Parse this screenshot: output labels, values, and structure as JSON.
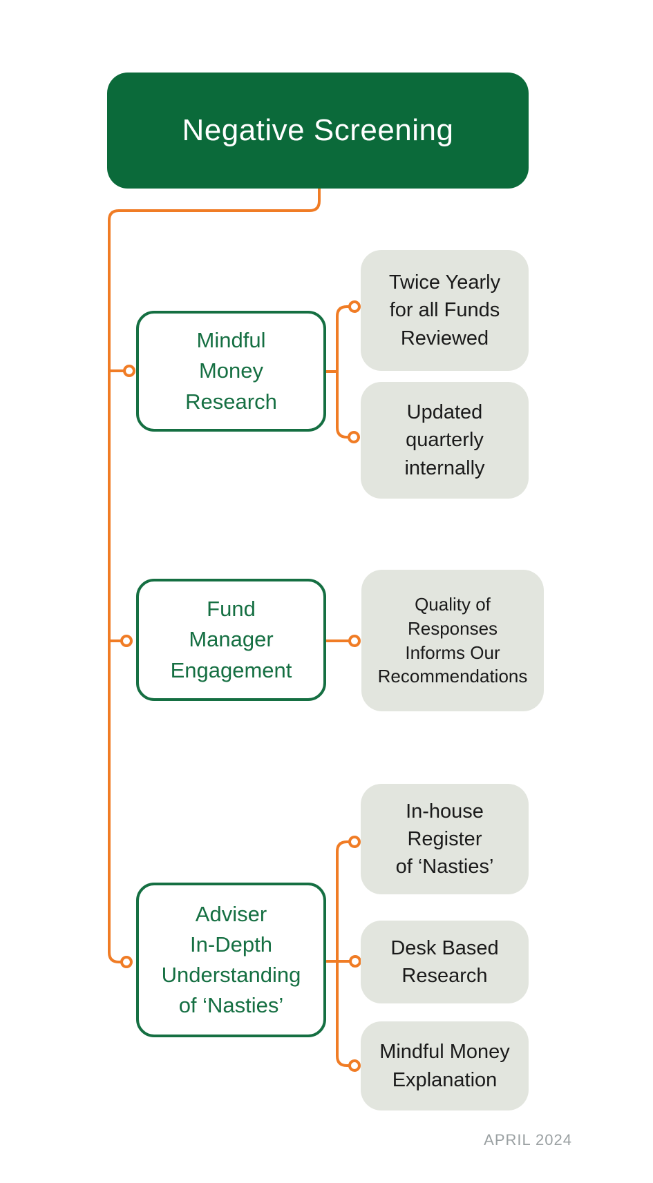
{
  "title": {
    "label": "Negative Screening"
  },
  "branches": [
    {
      "node": {
        "label": "Mindful\nMoney\nResearch"
      },
      "leaves": [
        {
          "label": "Twice Yearly\nfor all Funds\nReviewed"
        },
        {
          "label": "Updated\nquarterly\ninternally"
        }
      ]
    },
    {
      "node": {
        "label": "Fund\nManager\nEngagement"
      },
      "leaves": [
        {
          "label": "Quality of\nResponses\nInforms Our\nRecommendations"
        }
      ]
    },
    {
      "node": {
        "label": "Adviser\nIn-Depth\nUnderstanding\nof ‘Nasties’"
      },
      "leaves": [
        {
          "label": "In-house\nRegister\nof ‘Nasties’"
        },
        {
          "label": "Desk Based\nResearch"
        },
        {
          "label": "Mindful Money\nExplanation"
        }
      ]
    }
  ],
  "footer": {
    "label": "APRIL 2024"
  },
  "colors": {
    "green_fill": "#0B6A3A",
    "green_outline": "#156F42",
    "orange_connector": "#F07C25",
    "leaf_background": "#E2E5DE",
    "leaf_text": "#1A1A1A",
    "footer_text": "#9AA0A2"
  }
}
